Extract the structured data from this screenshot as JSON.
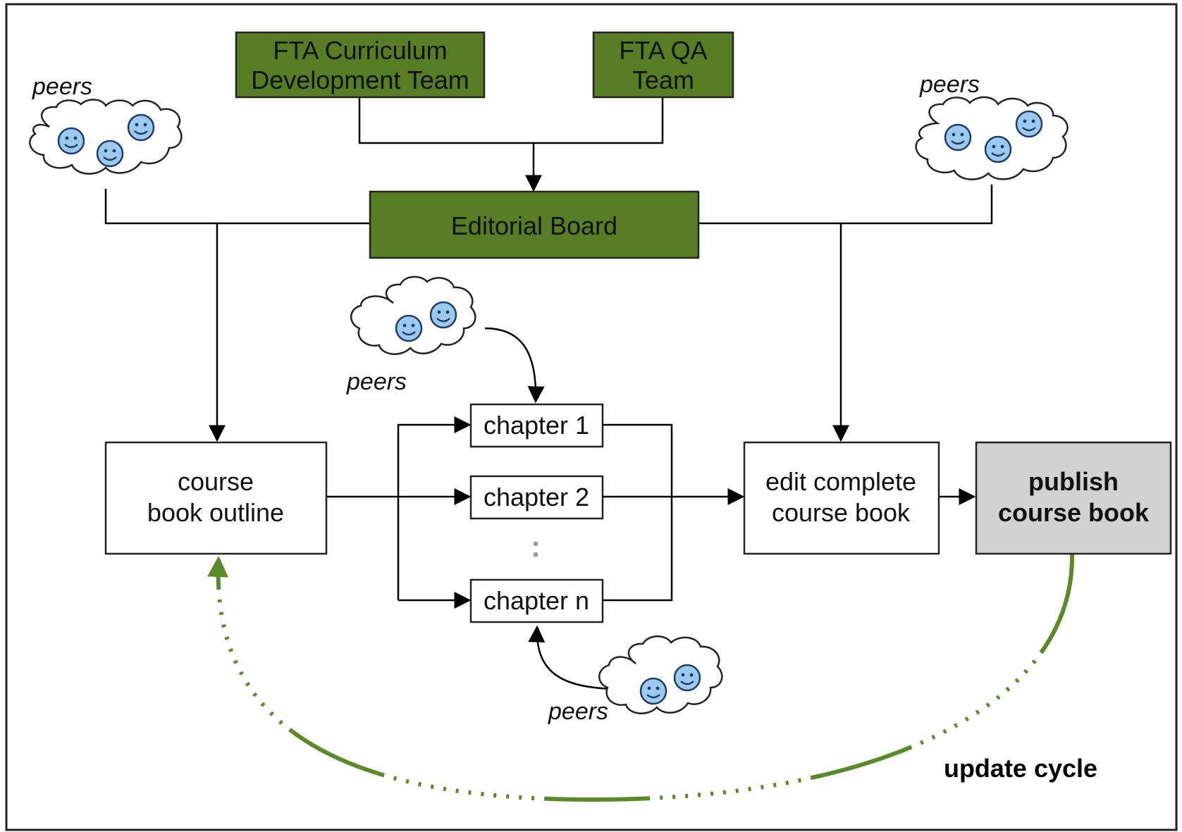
{
  "colors": {
    "team_fill": "#567d23",
    "publish_fill": "#d2d2d2",
    "cycle_green": "#5b8a2b",
    "face_fill": "#9cc9f0",
    "line": "#000000"
  },
  "teams": {
    "curriculum": [
      "FTA Curriculum",
      "Development Team"
    ],
    "qa": [
      "FTA QA",
      "Team"
    ]
  },
  "editorial_board": "Editorial Board",
  "outline": [
    "course",
    "book outline"
  ],
  "chapters": [
    "chapter 1",
    "chapter 2",
    "chapter n"
  ],
  "chapter_ellipsis": ":",
  "edit": [
    "edit complete",
    "course book"
  ],
  "publish": [
    "publish",
    "course book"
  ],
  "peers_label": "peers",
  "update_cycle": "update cycle",
  "icons": {
    "peer_group": "cloud-with-smiley-faces",
    "smiley": "smiley-face-icon"
  }
}
